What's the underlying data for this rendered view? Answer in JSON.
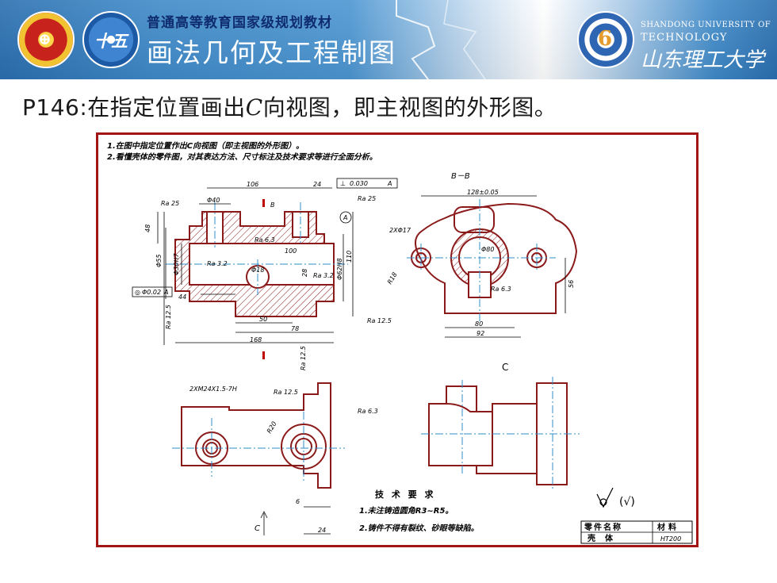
{
  "header": {
    "subtitle": "普通高等教育国家级规划教材",
    "title": "画法几何及工程制图",
    "university_en_line1": "SHANDONG UNIVERSITY OF",
    "university_en_line2": "TECHNOLOGY",
    "university_cn": "山东理工大学",
    "logo2_text": "十五"
  },
  "heading": {
    "prefix": "P146:在指定位置画出",
    "view_letter": "C",
    "suffix": "向视图，即主视图的外形图。"
  },
  "drawing": {
    "instructions": [
      "1.在图中指定位置作出C向视图（即主视图的外形图）。",
      "2.看懂壳体的零件图，对其表达方法、尺寸标注及技术要求等进行全面分析。"
    ],
    "section_title": "B－B",
    "view_c_label": "C",
    "arrow_c_label": "C",
    "tech_req_title": "技 术 要 求",
    "tech_req_1": "1.未注铸造圆角R3~R5。",
    "tech_req_2": "2.铸件不得有裂纹、砂眼等缺陷。",
    "roughness_other": "(√)",
    "title_block": {
      "name_label": "零件名称",
      "material_label": "材料",
      "name": "壳体",
      "material": "HT200"
    },
    "dims": {
      "d106": "106",
      "d24": "24",
      "perp_tol": "⊥",
      "perp_val": "0.030",
      "datum_a": "A",
      "d40dia": "Φ40",
      "ra25": "Ra 25",
      "b_mark": "B",
      "d48": "48",
      "d55": "Φ55",
      "ra63": "Ra 6.3",
      "d100": "100",
      "d30h7": "Φ30H7",
      "ra32": "Ra 3.2",
      "d28": "28",
      "d110": "110",
      "d62h8": "Φ62H8",
      "d18": "Φ18",
      "concentric": "◎",
      "conc_val": "Φ0.02",
      "d44": "44",
      "ra125": "Ra 12.5",
      "d50": "50",
      "d78": "78",
      "d168": "168",
      "d128": "128±0.05",
      "two_17": "2XΦ17",
      "d80": "Φ80",
      "r18": "R18",
      "d56": "56",
      "d80b": "80",
      "d92": "92",
      "thread": "2XM24X1.5-7H",
      "r20": "R20",
      "d6": "6",
      "d24b": "24",
      "circle_a": "A"
    }
  }
}
